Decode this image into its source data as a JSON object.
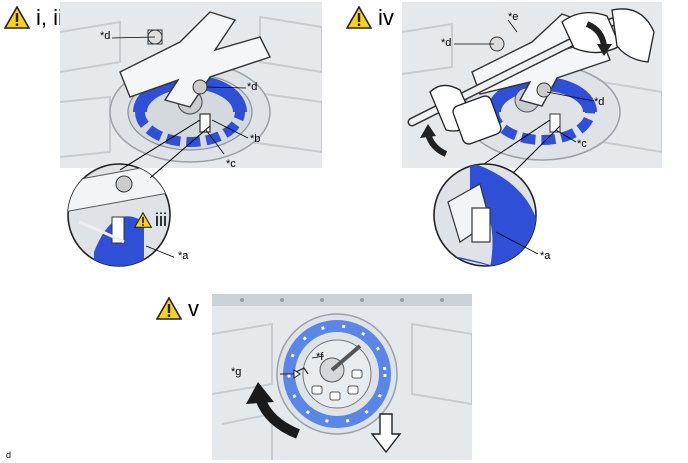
{
  "steps": {
    "top_left": "i, ii",
    "top_right": "iv",
    "bottom": "v",
    "inset": "iii"
  },
  "callouts": {
    "a": "*a",
    "b": "*b",
    "c": "*c",
    "d": "*d",
    "e": "*e",
    "f": "*f",
    "g": "*g"
  },
  "footnote": "d",
  "colors": {
    "warning": "#f7d21e",
    "retainer_blue": "#2f4fd6",
    "panel_gray": "#e6e9ec",
    "outline": "#222222"
  },
  "icons": [
    "warning-icon",
    "rotation-arrow-icon",
    "down-arrow-icon"
  ]
}
